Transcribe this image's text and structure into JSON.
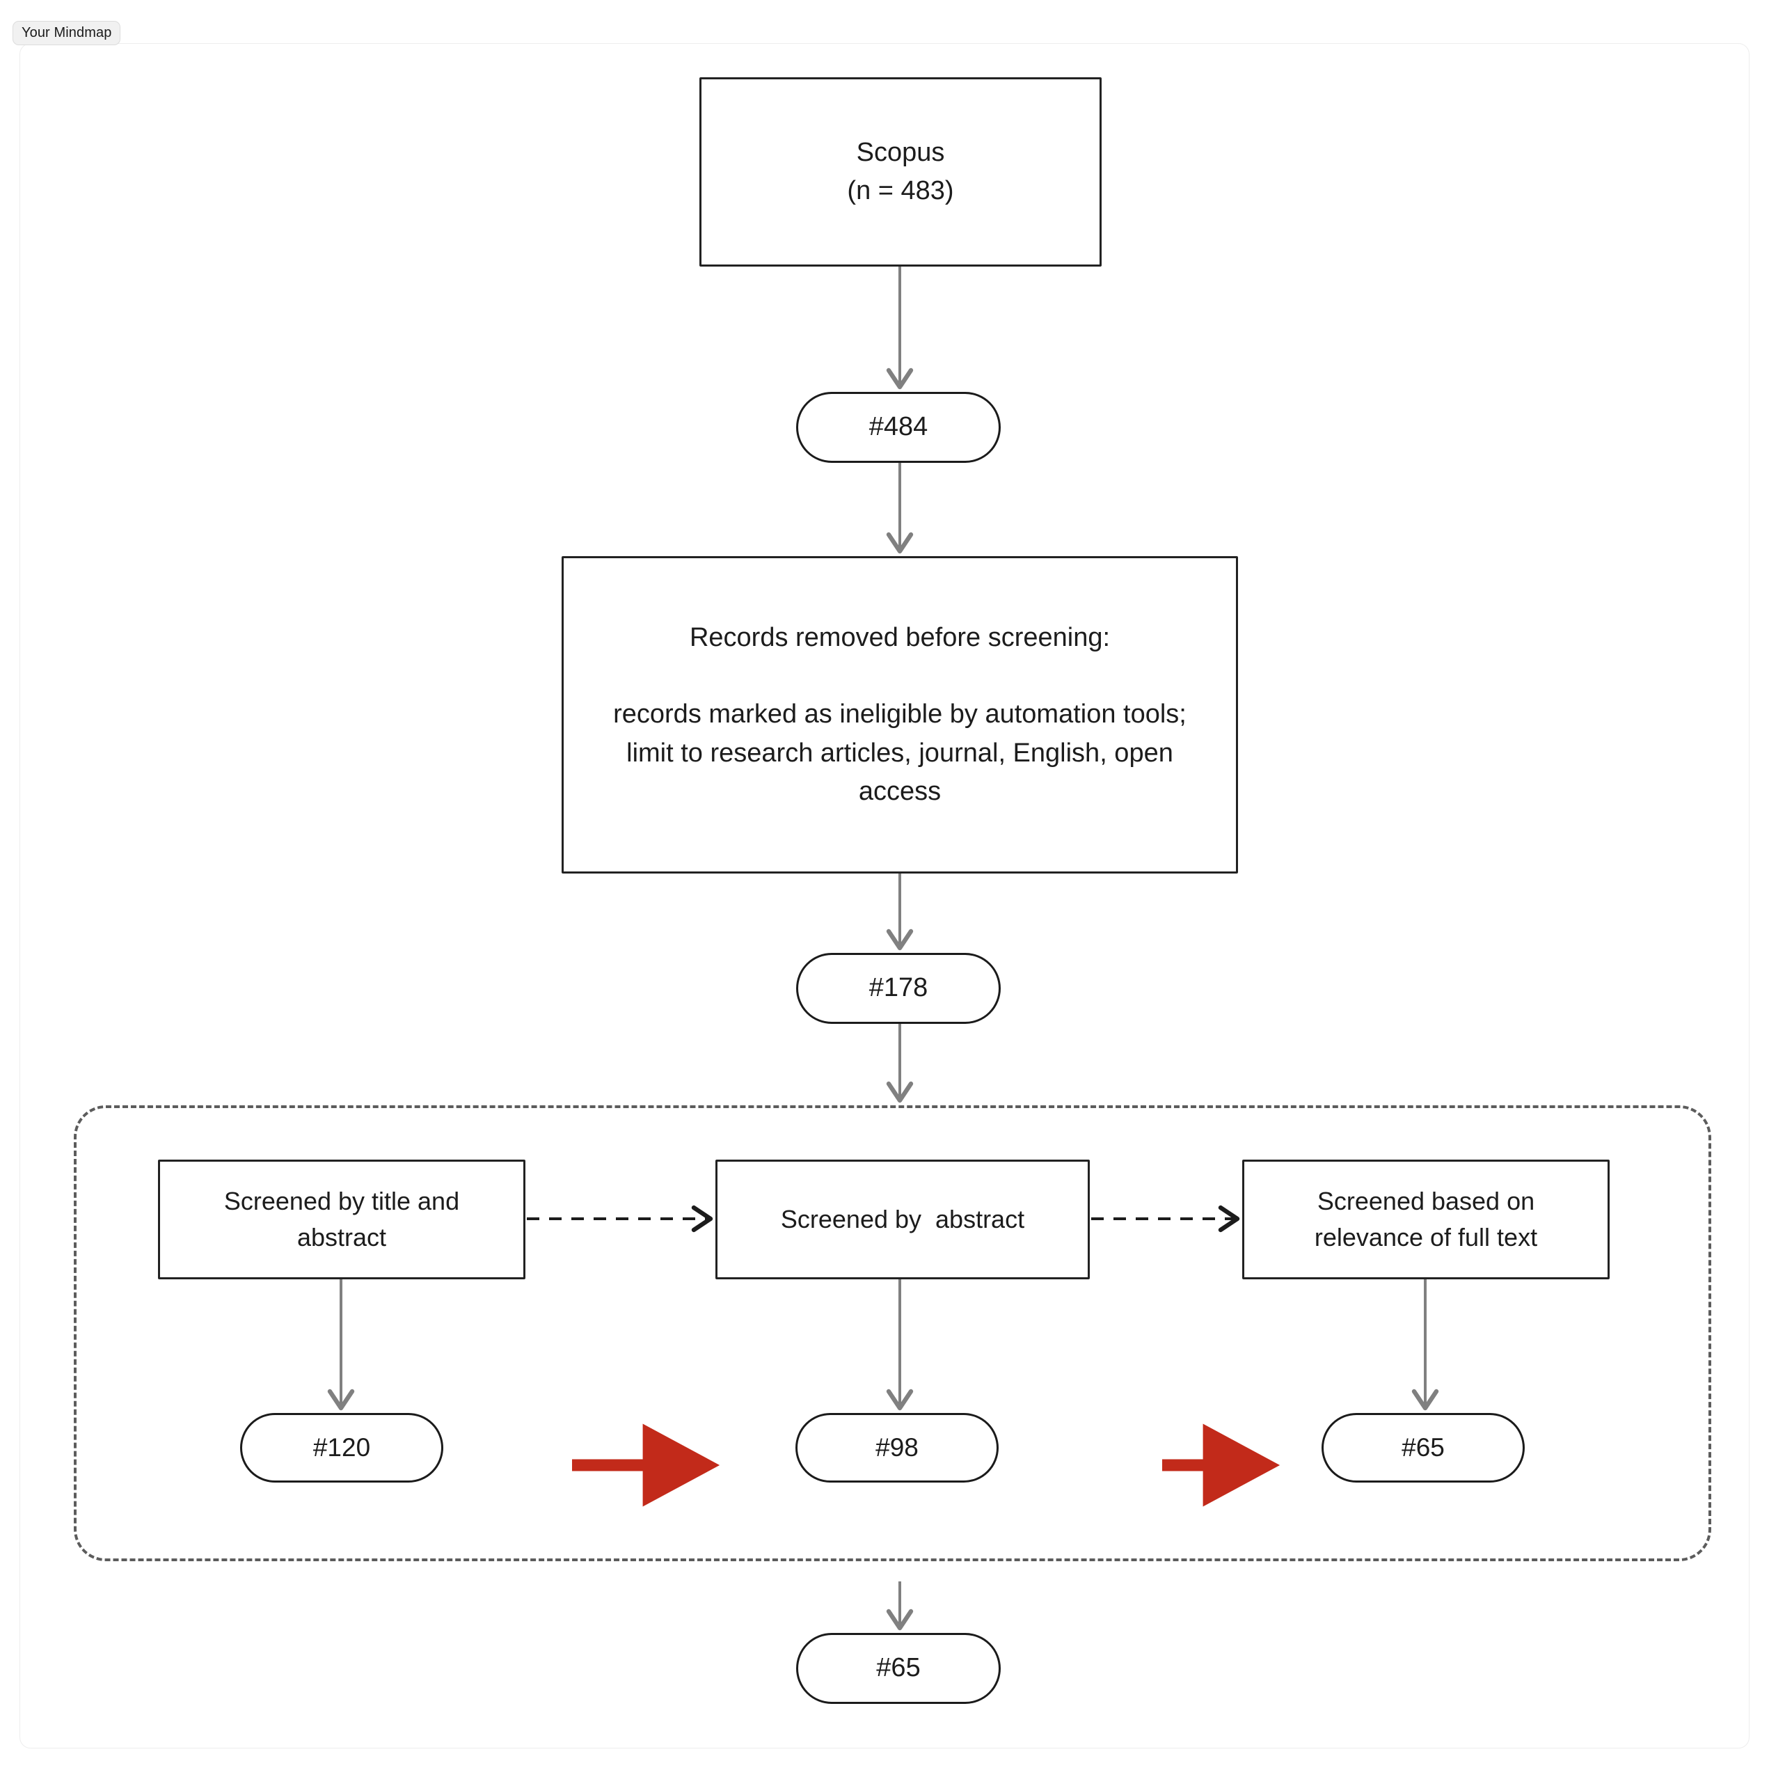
{
  "tab": {
    "label": "Your Mindmap"
  },
  "diagram": {
    "type": "prisma-flow-diagram",
    "colors": {
      "node_border": "#222222",
      "node_fill": "#ffffff",
      "text": "#1c1c1c",
      "connector": "#808080",
      "connector_dashed": "#1c1c1c",
      "highlight_arrow": "#c22a1a",
      "group_border": "#5c5c5c",
      "canvas_border": "#ededed"
    },
    "nodes": {
      "scopus": "Scopus\n(n = 483)",
      "count_484": "#484",
      "records_removed": "Records removed before screening:\n\nrecords marked as ineligible by automation tools; limit to research articles, journal, English, open access",
      "count_178": "#178",
      "screened_title_abstract": "Screened by title and abstract",
      "screened_abstract": "Screened by  abstract",
      "screened_full_text": "Screened based on relevance of full text",
      "count_120": "#120",
      "count_98": "#98",
      "count_65_inner": "#65",
      "count_65_final": "#65"
    },
    "edges": [
      {
        "from": "scopus",
        "to": "count_484",
        "style": "solid",
        "color": "#808080"
      },
      {
        "from": "count_484",
        "to": "records_removed",
        "style": "solid",
        "color": "#808080"
      },
      {
        "from": "records_removed",
        "to": "count_178",
        "style": "solid",
        "color": "#808080"
      },
      {
        "from": "count_178",
        "to": "screening_group",
        "style": "solid",
        "color": "#808080"
      },
      {
        "from": "screened_title_abstract",
        "to": "screened_abstract",
        "style": "dashed",
        "color": "#1c1c1c"
      },
      {
        "from": "screened_abstract",
        "to": "screened_full_text",
        "style": "dashed",
        "color": "#1c1c1c"
      },
      {
        "from": "screened_title_abstract",
        "to": "count_120",
        "style": "solid",
        "color": "#808080"
      },
      {
        "from": "screened_abstract",
        "to": "count_98",
        "style": "solid",
        "color": "#808080"
      },
      {
        "from": "screened_full_text",
        "to": "count_65_inner",
        "style": "solid",
        "color": "#808080"
      },
      {
        "from": "count_120",
        "to": "count_98",
        "style": "solid-bold",
        "color": "#c22a1a"
      },
      {
        "from": "count_98",
        "to": "count_65_inner",
        "style": "solid-bold",
        "color": "#c22a1a"
      },
      {
        "from": "screening_group",
        "to": "count_65_final",
        "style": "solid",
        "color": "#808080"
      }
    ]
  }
}
